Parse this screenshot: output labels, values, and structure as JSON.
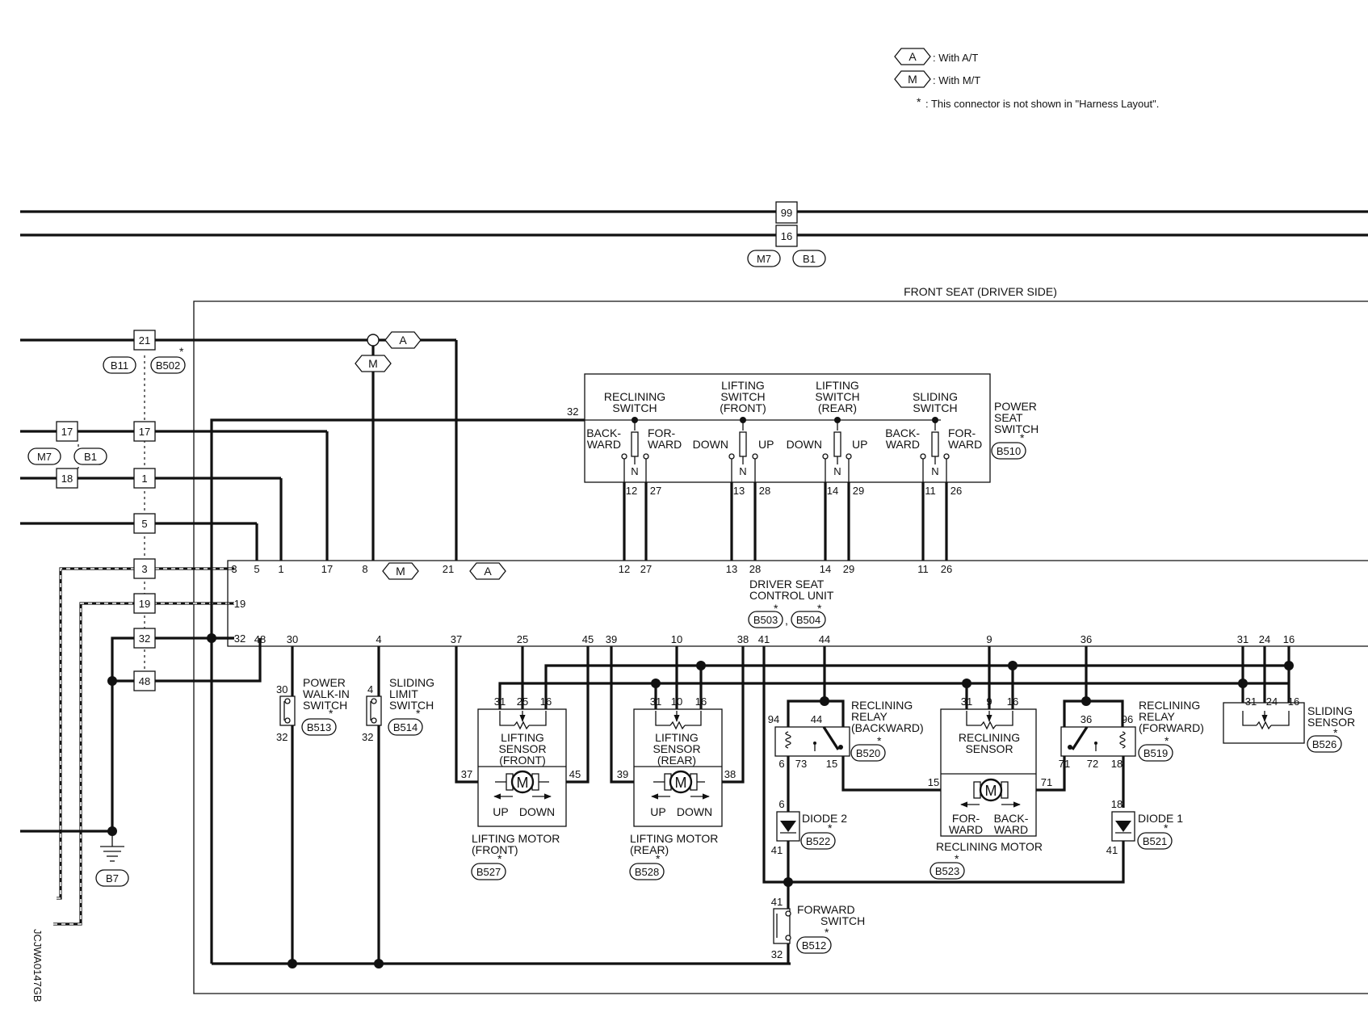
{
  "legend": {
    "at_code": "A",
    "at_text": ": With A/T",
    "mt_code": "M",
    "mt_text": ": With M/T",
    "star": "*",
    "note_text": ": This connector is not shown in \"Harness Layout\"."
  },
  "top_connector": {
    "pin_top": "99",
    "pin_bottom": "16",
    "conn1": "M7",
    "conn2": "B1"
  },
  "frame_title": "FRONT SEAT (DRIVER SIDE)",
  "left_connectors": {
    "pins_b11": [
      "21",
      "17",
      "1",
      "5",
      "3",
      "19",
      "32",
      "48"
    ],
    "pins_m7": [
      "17",
      "18"
    ],
    "label_b11": "B11",
    "label_b502": "B502",
    "label_m7": "M7",
    "label_b1": "B1"
  },
  "ground": {
    "label": "B7"
  },
  "power_seat_switch": {
    "title": [
      "POWER",
      "SEAT",
      "SWITCH"
    ],
    "connector": "B510",
    "pin_32": "32",
    "sub_titles": {
      "reclining": [
        "RECLINING",
        "SWITCH"
      ],
      "lift_front": [
        "LIFTING",
        "SWITCH",
        "(FRONT)"
      ],
      "lift_rear": [
        "LIFTING",
        "SWITCH",
        "(REAR)"
      ],
      "sliding": [
        "SLIDING",
        "SWITCH"
      ]
    },
    "labels": {
      "backward": [
        "BACK-",
        "WARD"
      ],
      "forward": [
        "FOR-",
        "WARD"
      ],
      "down": "DOWN",
      "up": "UP",
      "neutral": "N"
    },
    "pins": [
      "12",
      "27",
      "13",
      "28",
      "14",
      "29",
      "11",
      "26"
    ]
  },
  "control_unit": {
    "title": [
      "DRIVER SEAT",
      "CONTROL UNIT"
    ],
    "conn1": "B503",
    "conn2": "B504",
    "top_pins": [
      "3",
      "5",
      "1",
      "17",
      "8",
      "21",
      "12",
      "27",
      "13",
      "28",
      "14",
      "29",
      "11",
      "26"
    ],
    "left_pins": [
      "19",
      "32",
      "48"
    ],
    "bottom_pins": [
      "30",
      "4",
      "37",
      "25",
      "45",
      "39",
      "10",
      "38",
      "41",
      "44",
      "9",
      "36",
      "31",
      "24",
      "16"
    ],
    "tag_m": "M",
    "tag_a": "A"
  },
  "walkin_switch": {
    "title": [
      "POWER",
      "WALK-IN",
      "SWITCH"
    ],
    "connector": "B513",
    "pin_top": "30",
    "pin_bottom": "32"
  },
  "limit_switch": {
    "title": [
      "SLIDING",
      "LIMIT",
      "SWITCH"
    ],
    "connector": "B514",
    "pin_top": "4",
    "pin_bottom": "32"
  },
  "lift_front": {
    "sensor": [
      "LIFTING",
      "SENSOR",
      "(FRONT)"
    ],
    "pins": [
      "31",
      "25",
      "16"
    ],
    "motor_pins": [
      "37",
      "45"
    ],
    "dirs": [
      "UP",
      "DOWN"
    ],
    "motor": [
      "LIFTING MOTOR",
      "(FRONT)"
    ],
    "connector": "B527",
    "motor_symbol": "M"
  },
  "lift_rear": {
    "sensor": [
      "LIFTING",
      "SENSOR",
      "(REAR)"
    ],
    "pins": [
      "31",
      "10",
      "16"
    ],
    "motor_pins": [
      "39",
      "38"
    ],
    "dirs": [
      "UP",
      "DOWN"
    ],
    "motor": [
      "LIFTING MOTOR",
      "(REAR)"
    ],
    "connector": "B528",
    "motor_symbol": "M"
  },
  "relay_back": {
    "title": [
      "RECLINING",
      "RELAY",
      "(BACKWARD)"
    ],
    "connector": "B520",
    "pins": [
      "94",
      "44",
      "6",
      "73",
      "15"
    ]
  },
  "relay_fwd": {
    "title": [
      "RECLINING",
      "RELAY",
      "(FORWARD)"
    ],
    "connector": "B519",
    "pins": [
      "36",
      "96",
      "71",
      "72",
      "18"
    ]
  },
  "recl_sensor": {
    "title": [
      "RECLINING",
      "SENSOR"
    ],
    "pins": [
      "31",
      "9",
      "16"
    ]
  },
  "recl_motor": {
    "dirs": [
      [
        "FOR-",
        "WARD"
      ],
      [
        "BACK-",
        "WARD"
      ]
    ],
    "label": "RECLINING MOTOR",
    "connector": "B523",
    "pins": [
      "15",
      "71"
    ],
    "motor_symbol": "M"
  },
  "diode2": {
    "title": "DIODE 2",
    "connector": "B522",
    "pins": [
      "6",
      "41"
    ]
  },
  "diode1": {
    "title": "DIODE 1",
    "connector": "B521",
    "pins": [
      "18",
      "41"
    ]
  },
  "forward_switch": {
    "title": [
      "FORWARD",
      "SWITCH"
    ],
    "connector": "B512",
    "pins": [
      "41",
      "32"
    ]
  },
  "sliding_sensor": {
    "title": [
      "SLIDING",
      "SENSOR"
    ],
    "connector": "B526",
    "pins": [
      "31",
      "24",
      "16"
    ]
  },
  "figure_id": "JCJWA0147GB"
}
